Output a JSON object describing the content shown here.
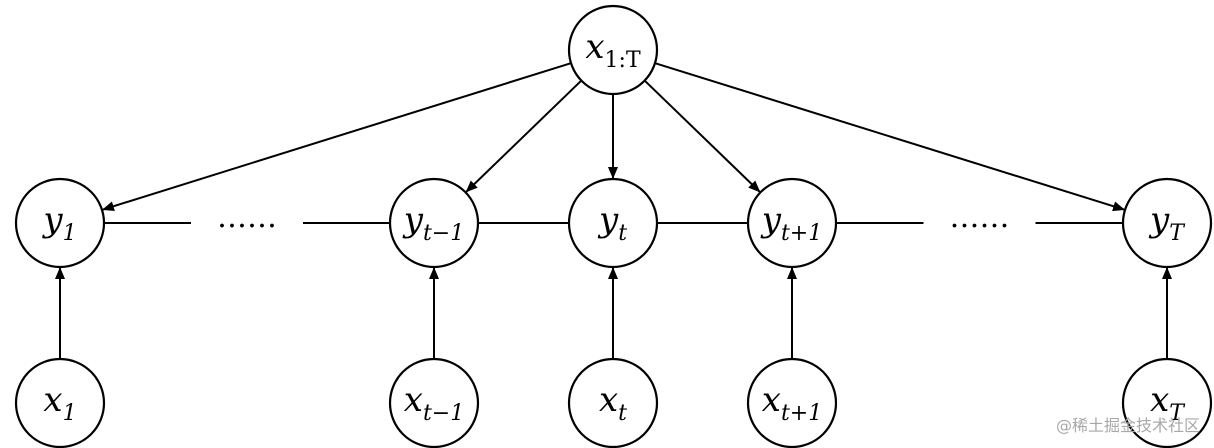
{
  "diagram": {
    "nodes": [
      {
        "id": "x_all",
        "base": "x",
        "sub": "1:T",
        "sub_upright": true
      },
      {
        "id": "y_1",
        "base": "y",
        "sub": "1"
      },
      {
        "id": "y_tm1",
        "base": "y",
        "sub": "t−1"
      },
      {
        "id": "y_t",
        "base": "y",
        "sub": "t"
      },
      {
        "id": "y_tp1",
        "base": "y",
        "sub": "t+1"
      },
      {
        "id": "y_T",
        "base": "y",
        "sub": "T"
      },
      {
        "id": "x_1",
        "base": "x",
        "sub": "1"
      },
      {
        "id": "x_tm1",
        "base": "x",
        "sub": "t−1"
      },
      {
        "id": "x_t",
        "base": "x",
        "sub": "t"
      },
      {
        "id": "x_tp1",
        "base": "x",
        "sub": "t+1"
      },
      {
        "id": "x_T",
        "base": "x",
        "sub": "T"
      }
    ],
    "chain_edges": [
      [
        "y_1",
        "y_tm1"
      ],
      [
        "y_tm1",
        "y_t"
      ],
      [
        "y_t",
        "y_tp1"
      ],
      [
        "y_tp1",
        "y_T"
      ]
    ],
    "arrows": [
      [
        "x_all",
        "y_1"
      ],
      [
        "x_all",
        "y_tm1"
      ],
      [
        "x_all",
        "y_t"
      ],
      [
        "x_all",
        "y_tp1"
      ],
      [
        "x_all",
        "y_T"
      ],
      [
        "x_1",
        "y_1"
      ],
      [
        "x_tm1",
        "y_tm1"
      ],
      [
        "x_t",
        "y_t"
      ],
      [
        "x_tp1",
        "y_tp1"
      ],
      [
        "x_T",
        "y_T"
      ]
    ],
    "ellipses": [
      {
        "between": [
          "y_1",
          "y_tm1"
        ],
        "text": "……"
      },
      {
        "between": [
          "y_tp1",
          "y_T"
        ],
        "text": "……"
      }
    ]
  },
  "watermark": "@稀土掘金技术社区"
}
